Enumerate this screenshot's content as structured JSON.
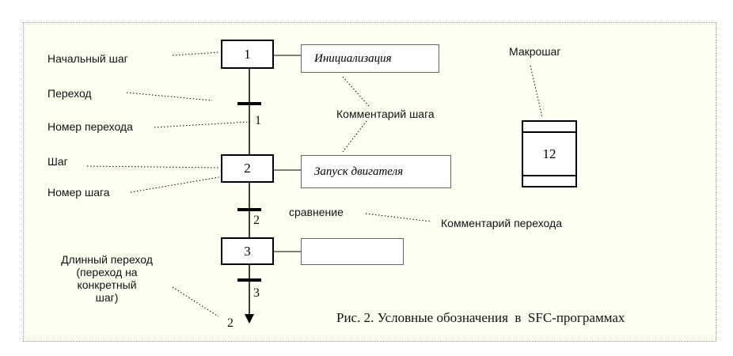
{
  "steps": [
    {
      "number": "1",
      "comment": "Инициализация"
    },
    {
      "number": "2",
      "comment": "Запуск двигателя"
    },
    {
      "number": "3",
      "comment": ""
    }
  ],
  "transitions": [
    {
      "number": "1"
    },
    {
      "number": "2",
      "condition": "сравнение"
    },
    {
      "number": "3"
    }
  ],
  "long_transition_target": "2",
  "macro_step": {
    "label": "Макрошаг",
    "number": "12"
  },
  "labels": {
    "initial_step": "Начальный шаг",
    "transition": "Переход",
    "transition_number": "Номер перехода",
    "step": "Шаг",
    "step_number": "Номер шага",
    "step_comment": "Комментарий шага",
    "transition_comment": "Комментарий перехода",
    "long_transition": [
      "Длинный переход",
      "(переход на",
      "конкретный",
      "шаг)"
    ]
  },
  "caption": "Рис. 2. Условные обозначения  в  SFC-программах"
}
